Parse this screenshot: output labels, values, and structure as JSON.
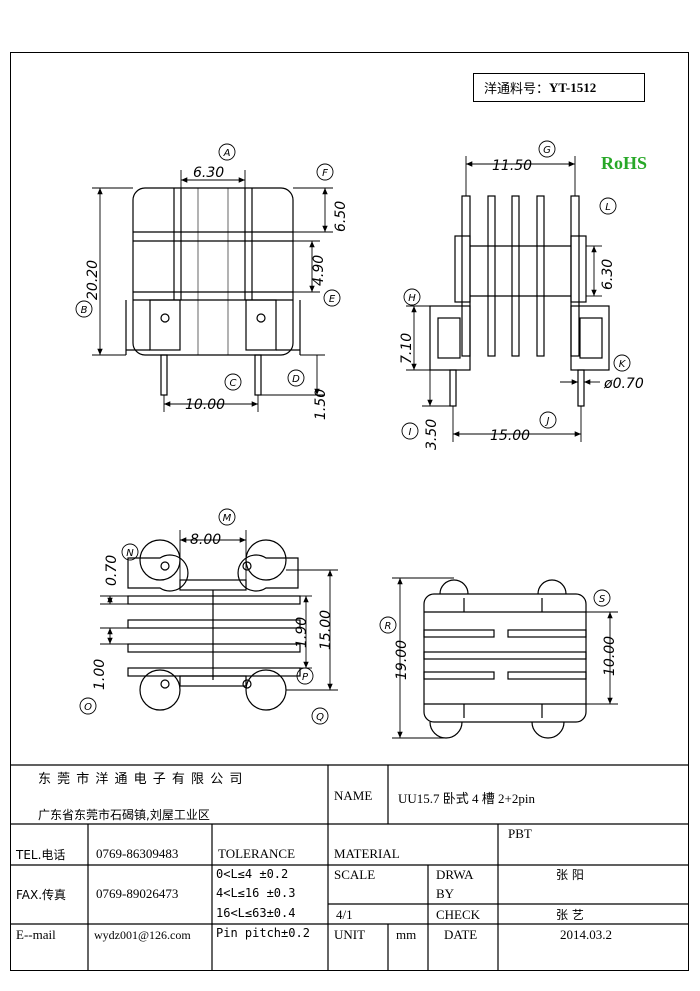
{
  "part_number": {
    "label": "洋通料号：",
    "value": "YT-1512"
  },
  "rohs": "RoHS",
  "views": {
    "front": {
      "width": "6.30",
      "height": "20.20",
      "top_to_e": "6.50",
      "e_value": "4.90",
      "pin_span": "10.00",
      "pin_len": "1.50",
      "tags": [
        "A",
        "B",
        "C",
        "D",
        "E",
        "F"
      ]
    },
    "side": {
      "width": "11.50",
      "l_value": "6.30",
      "h_value": "7.10",
      "pin_len": "3.50",
      "pin_span": "15.00",
      "pin_dia": "ø0.70",
      "tags": [
        "G",
        "H",
        "I",
        "J",
        "K",
        "L"
      ]
    },
    "bottom": {
      "m_value": "8.00",
      "n_value": "0.70",
      "o_value": "1.00",
      "p_value": "1.90",
      "q_value": "15.00",
      "tags": [
        "M",
        "N",
        "O",
        "P",
        "Q"
      ]
    },
    "top": {
      "r_value": "19.00",
      "s_value": "10.00",
      "tags": [
        "R",
        "S"
      ]
    }
  },
  "title_block": {
    "company": "东 莞 市 洋 通 电 子 有 限 公 司",
    "address": "广东省东莞市石碣镇,刘屋工业区",
    "name_label": "NAME",
    "name_value": "UU15.7 卧式 4 槽 2+2pin",
    "tel_label": "TEL.电话",
    "tel_value": "0769-86309483",
    "fax_label": "FAX.传真",
    "fax_value": "0769-89026473",
    "email_label": "E--mail",
    "email_value": "wydz001@126.com",
    "tolerance_label": "TOLERANCE",
    "tol_1": "0<L≤4  ±0.2",
    "tol_2": "4<L≤16 ±0.3",
    "tol_3": "16<L≤63±0.4",
    "tol_4": "Pin pitch±0.2",
    "material_label": "MATERIAL",
    "material_value": "PBT",
    "scale_label": "SCALE",
    "scale_value": "4/1",
    "drawn_label_1": "DRWA",
    "drawn_label_2": "BY",
    "drawn_value": "张 阳",
    "check_label": "CHECK",
    "check_value": "张 艺",
    "unit_label": "UNIT",
    "unit_value": "mm",
    "date_label": "DATE",
    "date_value": "2014.03.2"
  }
}
